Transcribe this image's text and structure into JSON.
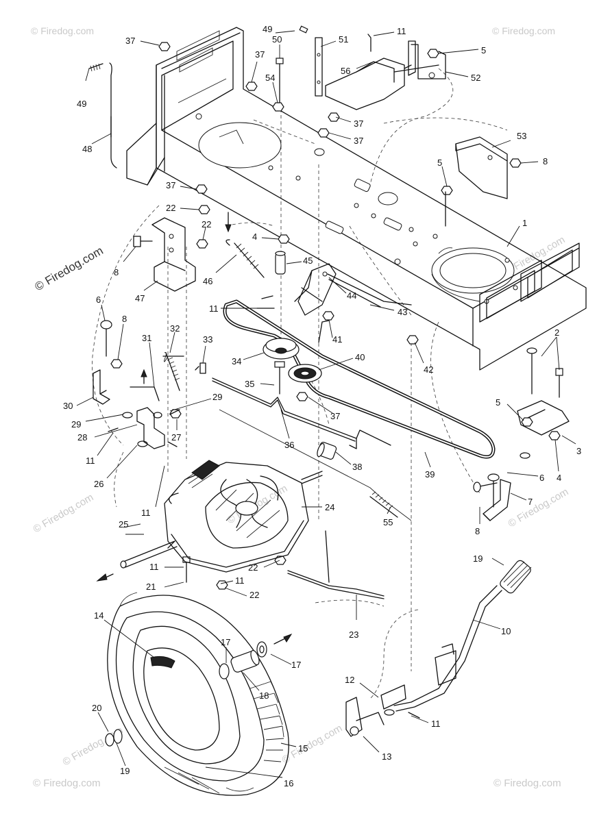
{
  "watermark": {
    "text": "© Firedog.com"
  },
  "callouts": [
    {
      "id": "c37a",
      "label": "37"
    },
    {
      "id": "c49a",
      "label": "49"
    },
    {
      "id": "c50",
      "label": "50"
    },
    {
      "id": "c51",
      "label": "51"
    },
    {
      "id": "c11a",
      "label": "11"
    },
    {
      "id": "c5a",
      "label": "5"
    },
    {
      "id": "c37b",
      "label": "37"
    },
    {
      "id": "c54",
      "label": "54"
    },
    {
      "id": "c56",
      "label": "56"
    },
    {
      "id": "c52",
      "label": "52"
    },
    {
      "id": "c49b",
      "label": "49"
    },
    {
      "id": "c48",
      "label": "48"
    },
    {
      "id": "c37c",
      "label": "37"
    },
    {
      "id": "c37d",
      "label": "37"
    },
    {
      "id": "c53",
      "label": "53"
    },
    {
      "id": "c8a",
      "label": "8"
    },
    {
      "id": "c5b",
      "label": "5"
    },
    {
      "id": "c37e",
      "label": "37"
    },
    {
      "id": "c22a",
      "label": "22"
    },
    {
      "id": "c22b",
      "label": "22"
    },
    {
      "id": "c1",
      "label": "1"
    },
    {
      "id": "c4a",
      "label": "4"
    },
    {
      "id": "c8b",
      "label": "8"
    },
    {
      "id": "c47",
      "label": "47"
    },
    {
      "id": "c45",
      "label": "45"
    },
    {
      "id": "c46",
      "label": "46"
    },
    {
      "id": "c44",
      "label": "44"
    },
    {
      "id": "c6a",
      "label": "6"
    },
    {
      "id": "c11b",
      "label": "11"
    },
    {
      "id": "c43",
      "label": "43"
    },
    {
      "id": "c8c",
      "label": "8"
    },
    {
      "id": "c41",
      "label": "41"
    },
    {
      "id": "c31",
      "label": "31"
    },
    {
      "id": "c32",
      "label": "32"
    },
    {
      "id": "c33",
      "label": "33"
    },
    {
      "id": "c2",
      "label": "2"
    },
    {
      "id": "c34",
      "label": "34"
    },
    {
      "id": "c42",
      "label": "42"
    },
    {
      "id": "c40",
      "label": "40"
    },
    {
      "id": "c35",
      "label": "35"
    },
    {
      "id": "c30",
      "label": "30"
    },
    {
      "id": "c29a",
      "label": "29"
    },
    {
      "id": "c29b",
      "label": "29"
    },
    {
      "id": "c37f",
      "label": "37"
    },
    {
      "id": "c5c",
      "label": "5"
    },
    {
      "id": "c28",
      "label": "28"
    },
    {
      "id": "c27",
      "label": "27"
    },
    {
      "id": "c3",
      "label": "3"
    },
    {
      "id": "c11c",
      "label": "11"
    },
    {
      "id": "c36",
      "label": "36"
    },
    {
      "id": "c4b",
      "label": "4"
    },
    {
      "id": "c26",
      "label": "26"
    },
    {
      "id": "c38",
      "label": "38"
    },
    {
      "id": "c39",
      "label": "39"
    },
    {
      "id": "c6b",
      "label": "6"
    },
    {
      "id": "c11d",
      "label": "11"
    },
    {
      "id": "c7",
      "label": "7"
    },
    {
      "id": "c24",
      "label": "24"
    },
    {
      "id": "c25",
      "label": "25"
    },
    {
      "id": "c55",
      "label": "55"
    },
    {
      "id": "c8d",
      "label": "8"
    },
    {
      "id": "c19a",
      "label": "19"
    },
    {
      "id": "c11e",
      "label": "11"
    },
    {
      "id": "c22c",
      "label": "22"
    },
    {
      "id": "c11f",
      "label": "11"
    },
    {
      "id": "c21",
      "label": "21"
    },
    {
      "id": "c22d",
      "label": "22"
    },
    {
      "id": "c10",
      "label": "10"
    },
    {
      "id": "c23",
      "label": "23"
    },
    {
      "id": "c14",
      "label": "14"
    },
    {
      "id": "c17a",
      "label": "17"
    },
    {
      "id": "c17b",
      "label": "17"
    },
    {
      "id": "c18",
      "label": "18"
    },
    {
      "id": "c12",
      "label": "12"
    },
    {
      "id": "c20",
      "label": "20"
    },
    {
      "id": "c11g",
      "label": "11"
    },
    {
      "id": "c15",
      "label": "15"
    },
    {
      "id": "c13",
      "label": "13"
    },
    {
      "id": "c19b",
      "label": "19"
    },
    {
      "id": "c16",
      "label": "16"
    }
  ]
}
